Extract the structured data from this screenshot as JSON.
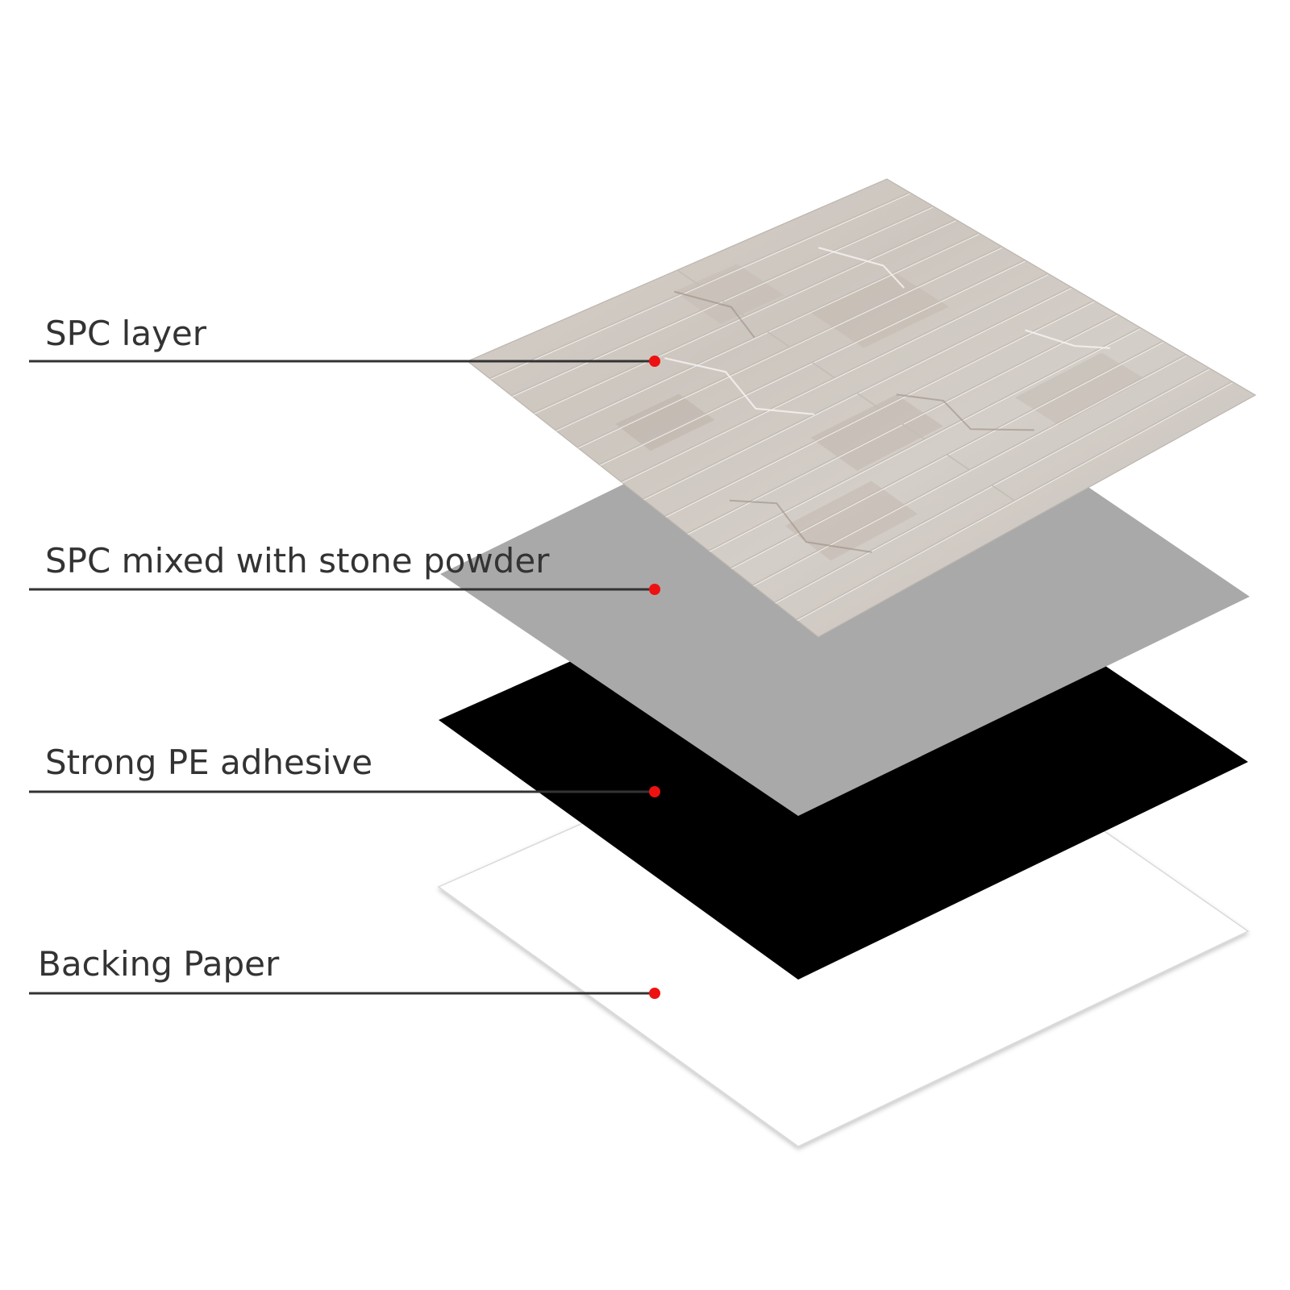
{
  "layers": [
    {
      "id": "spc-layer",
      "label": "SPC layer",
      "color": "#d2ccc6",
      "marker_color": "#ee1111"
    },
    {
      "id": "stone-powder",
      "label": "SPC mixed with stone powder",
      "color": "#a9a9a9",
      "marker_color": "#ee1111"
    },
    {
      "id": "pe-adhesive",
      "label": "Strong PE adhesive",
      "color": "#000000",
      "marker_color": "#ee1111"
    },
    {
      "id": "backing-paper",
      "label": "Backing Paper",
      "color": "#ffffff",
      "marker_color": "#ee1111"
    }
  ],
  "leader_line_color": "#333333",
  "surface_texture": "marble-plank-pattern"
}
